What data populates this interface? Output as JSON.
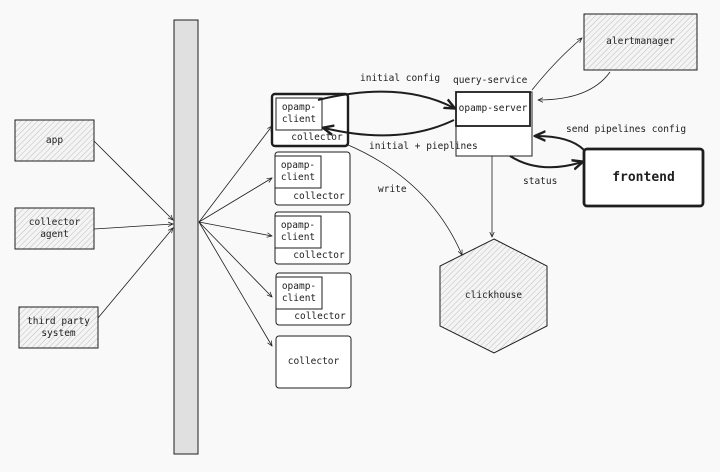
{
  "sources": {
    "app": "app",
    "collector_agent": "collector\nagent",
    "third_party_system": "third party\nsystem"
  },
  "collectors": [
    {
      "opamp_label": "opamp-\nclient",
      "collector_label": "collector"
    },
    {
      "opamp_label": "opamp-\nclient",
      "collector_label": "collector"
    },
    {
      "opamp_label": "opamp-\nclient",
      "collector_label": "collector"
    },
    {
      "opamp_label": "opamp-\nclient",
      "collector_label": "collector"
    },
    {
      "collector_label": "collector"
    }
  ],
  "query_service": {
    "title": "query-service",
    "opamp_server": "opamp-server"
  },
  "alertmanager": "alertmanager",
  "frontend": "frontend",
  "clickhouse": "clickhouse",
  "edges": {
    "initial_config": "initial config",
    "initial_pipelines": "initial + pieplines",
    "write": "write",
    "send_pipelines_config": "send pipelines config",
    "status": "status"
  }
}
